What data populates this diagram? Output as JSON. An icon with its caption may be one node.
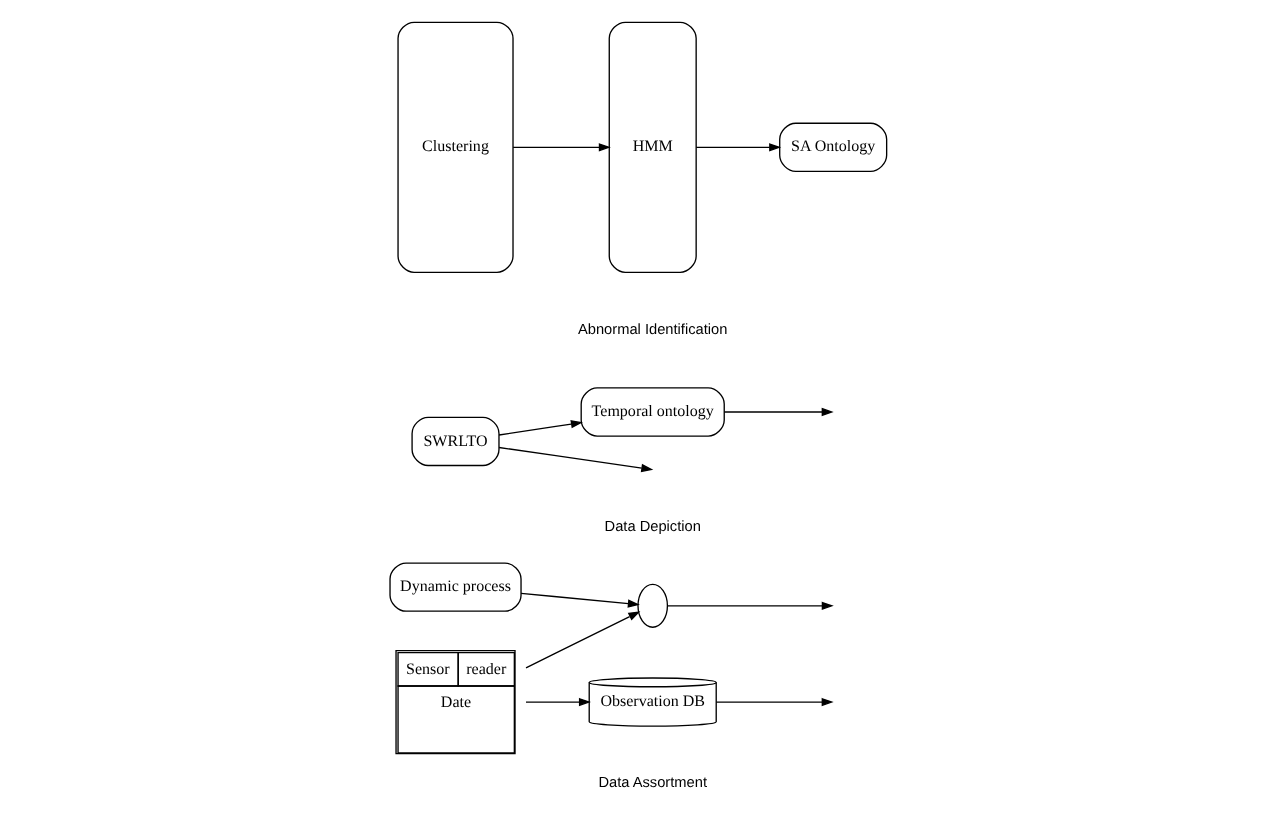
{
  "diagram": {
    "nodes": [
      {
        "text": [
          "Dynamic process"
        ]
      },
      {
        "text": [],
        "shape": "circle"
      },
      {
        "text": [
          "Observation DB"
        ]
      },
      {
        "text": [
          "Sensor",
          "reader",
          "Date"
        ]
      },
      {
        "text": [
          "Temporal ontology"
        ]
      },
      {
        "text": [
          "SWRLTO"
        ]
      },
      {
        "text": [
          "Clustering"
        ]
      },
      {
        "text": [
          "HMM"
        ]
      },
      {
        "text": [
          "SA Ontology"
        ]
      }
    ],
    "edges": [
      {
        "from": 0,
        "to": 1,
        "arrow": "to"
      },
      {
        "from": 1,
        "to": null,
        "arrow": "to"
      },
      {
        "from": 3,
        "to": 1,
        "arrow": "to"
      },
      {
        "from": 3,
        "to": 2,
        "arrow": "to"
      },
      {
        "from": 2,
        "to": null,
        "arrow": "to"
      },
      {
        "from": 5,
        "to": 4,
        "arrow": "to"
      },
      {
        "from": 4,
        "to": null,
        "arrow": "to"
      },
      {
        "from": 5,
        "to": null,
        "arrow": "to"
      },
      {
        "from": 6,
        "to": 7,
        "arrow": "to"
      },
      {
        "from": 7,
        "to": 8,
        "arrow": "to"
      }
    ],
    "labels": [
      "Data Assortment",
      "Data Depiction",
      "Abnormal Identification"
    ]
  }
}
